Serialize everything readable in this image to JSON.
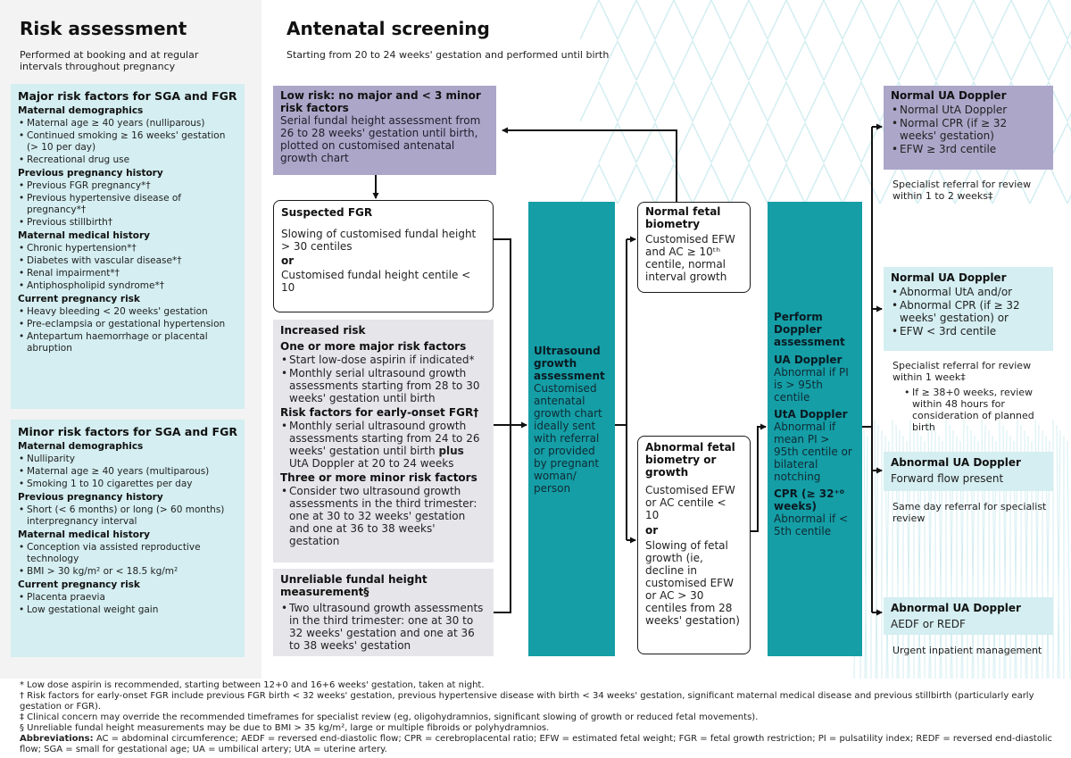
{
  "left": {
    "title": "Risk assessment",
    "subtitle": "Performed at booking and at regular intervals throughout pregnancy",
    "major": {
      "title": "Major risk factors for SGA and FGR",
      "groups": [
        {
          "heading": "Maternal demographics",
          "items": [
            "Maternal age ≥ 40 years (nulliparous)",
            "Continued smoking ≥ 16 weeks' gestation (> 10 per day)",
            "Recreational drug use"
          ]
        },
        {
          "heading": "Previous pregnancy history",
          "items": [
            "Previous FGR pregnancy*†",
            "Previous hypertensive disease of pregnancy*†",
            "Previous stillbirth†"
          ]
        },
        {
          "heading": "Maternal medical history",
          "items": [
            "Chronic hypertension*†",
            "Diabetes with vascular disease*†",
            "Renal impairment*†",
            "Antiphospholipid syndrome*†"
          ]
        },
        {
          "heading": "Current pregnancy risk",
          "items": [
            "Heavy bleeding < 20 weeks' gestation",
            "Pre-eclampsia or gestational hypertension",
            "Antepartum haemorrhage or placental abruption"
          ]
        }
      ]
    },
    "minor": {
      "title": "Minor risk factors for SGA and FGR",
      "groups": [
        {
          "heading": "Maternal demographics",
          "items": [
            "Nulliparity",
            "Maternal age ≥ 40 years (multiparous)",
            "Smoking 1 to 10 cigarettes per day"
          ]
        },
        {
          "heading": "Previous pregnancy history",
          "items": [
            "Short (< 6 months) or long (> 60 months) interpregnancy interval"
          ]
        },
        {
          "heading": "Maternal medical history",
          "items": [
            "Conception via assisted reproductive technology",
            "BMI > 30 kg/m² or < 18.5 kg/m²"
          ]
        },
        {
          "heading": "Current pregnancy risk",
          "items": [
            "Placenta praevia",
            "Low gestational weight gain"
          ]
        }
      ]
    }
  },
  "screening": {
    "title": "Antenatal screening",
    "subtitle": "Starting from 20 to 24 weeks' gestation and performed until birth"
  },
  "lowrisk": {
    "title": "Low risk: no major and < 3 minor risk factors",
    "body": "Serial fundal height assessment from 26 to 28 weeks' gestation until birth, plotted on customised antenatal growth chart"
  },
  "suspected": {
    "title": "Suspected FGR",
    "line1": "Slowing of customised fundal height > 30 centiles",
    "or": "or",
    "line2": "Customised fundal height centile < 10"
  },
  "increased": {
    "title": "Increased risk",
    "h1": "One or more major risk factors",
    "i1": [
      "Start low-dose aspirin if indicated*",
      "Monthly serial ultrasound growth assessments starting from 28 to 30 weeks' gestation until birth"
    ],
    "h2": "Risk factors for early-onset FGR†",
    "i2a": "Monthly serial ultrasound growth assessments starting from 24 to 26 weeks' gestation until birth",
    "i2plus": "plus",
    "i2b": "UtA Doppler at 20 to 24 weeks",
    "h3": "Three or more minor risk factors",
    "i3": [
      "Consider two ultrasound growth assessments in the third trimester: one at 30 to 32 weeks' gestation and one at 36 to 38 weeks' gestation"
    ]
  },
  "unreliable": {
    "title": "Unreliable fundal height measurement§",
    "items": [
      "Two ultrasound growth assessments in the third trimester: one at 30 to 32 weeks' gestation and one at 36 to 38 weeks' gestation"
    ]
  },
  "ultrasound": {
    "title": "Ultrasound growth assessment",
    "body": "Customised antenatal growth chart ideally sent with referral or provided by pregnant woman/ person"
  },
  "normalbio": {
    "title": "Normal fetal biometry",
    "body": "Customised EFW and AC ≥ 10ᵗʰ centile, normal interval growth"
  },
  "abnormalbio": {
    "title": "Abnormal fetal biometry or growth",
    "line1": "Customised EFW or AC centile < 10",
    "or": "or",
    "line2": "Slowing of fetal growth (ie, decline in customised EFW or AC > 30 centiles from 28 weeks' gestation)"
  },
  "doppler": {
    "title": "Perform Doppler assessment",
    "ua_h": "UA Doppler",
    "ua_b": "Abnormal if PI is > 95th centile",
    "uta_h": "UtA Doppler",
    "uta_b": "Abnormal if mean PI > 95th centile or bilateral notching",
    "cpr_h": "CPR (≥ 32⁺⁰ weeks)",
    "cpr_b": "Abnormal if < 5th centile"
  },
  "out1": {
    "title": "Normal UA Doppler",
    "items": [
      "Normal UtA Doppler",
      "Normal CPR (if ≥ 32 weeks' gestation)",
      "EFW ≥ 3rd centile"
    ],
    "note": "Specialist referral for review within 1 to 2 weeks‡"
  },
  "out2": {
    "title": "Normal UA Doppler",
    "items": [
      "Abnormal UtA and/or",
      "Abnormal CPR (if ≥ 32 weeks' gestation) or",
      "EFW < 3rd centile"
    ],
    "note": "Specialist referral for review within 1 week‡",
    "subitem": "If ≥ 38+0 weeks, review within 48 hours for consideration of planned birth"
  },
  "out3": {
    "title": "Abnormal UA Doppler",
    "body": "Forward flow present",
    "note": "Same day referral for specialist review"
  },
  "out4": {
    "title": "Abnormal UA Doppler",
    "body": "AEDF or REDF",
    "note": "Urgent inpatient management"
  },
  "footnotes": {
    "f1": "* Low dose aspirin is recommended, starting between 12+0 and 16+6 weeks' gestation, taken at night.",
    "f2": "† Risk factors for early-onset FGR include previous FGR birth < 32 weeks' gestation, previous hypertensive disease with birth < 34 weeks' gestation, significant maternal medical disease and previous stillbirth (particularly early gestation or FGR).",
    "f3": "‡ Clinical concern may override the recommended timeframes for specialist review (eg, oligohydramnios, significant slowing of growth or reduced fetal movements).",
    "f4": "§ Unreliable fundal height measurements may be due to BMI > 35 kg/m², large or multiple fibroids or polyhydramnios.",
    "abbr_label": "Abbreviations:",
    "abbr": "AC = abdominal circumference; AEDF = reversed end-diastolic flow; CPR = cerebroplacental ratio; EFW = estimated fetal weight; FGR = fetal growth restriction; PI = pulsatility index; REDF = reversed end-diastolic flow; SGA = small for gestational age; UA = umbilical artery; UtA = uterine artery."
  },
  "colors": {
    "teal": "#159ea6",
    "light_teal": "#d4eef1",
    "purple": "#aca6c9",
    "grey": "#e6e5ea"
  }
}
